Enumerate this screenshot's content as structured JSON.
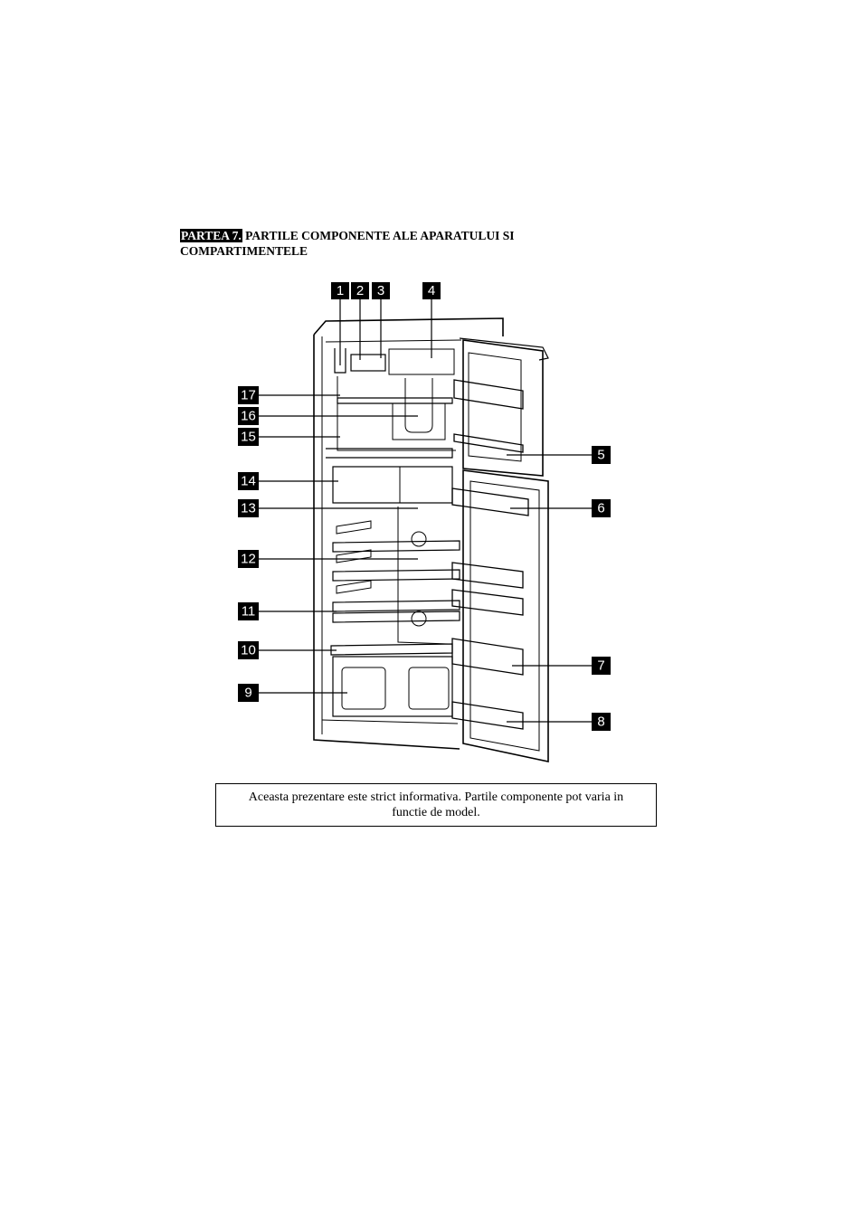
{
  "section": {
    "tag": "PARTEA 7.",
    "title_line1": "PARTILE COMPONENTE ALE APARATULUI SI",
    "title_line2": "COMPARTIMENTELE"
  },
  "callouts": [
    "1",
    "2",
    "3",
    "4",
    "5",
    "6",
    "7",
    "8",
    "9",
    "10",
    "11",
    "12",
    "13",
    "14",
    "15",
    "16",
    "17"
  ],
  "note": "Aceasta prezentare este strict informativa. Partile componente pot varia in functie de model."
}
